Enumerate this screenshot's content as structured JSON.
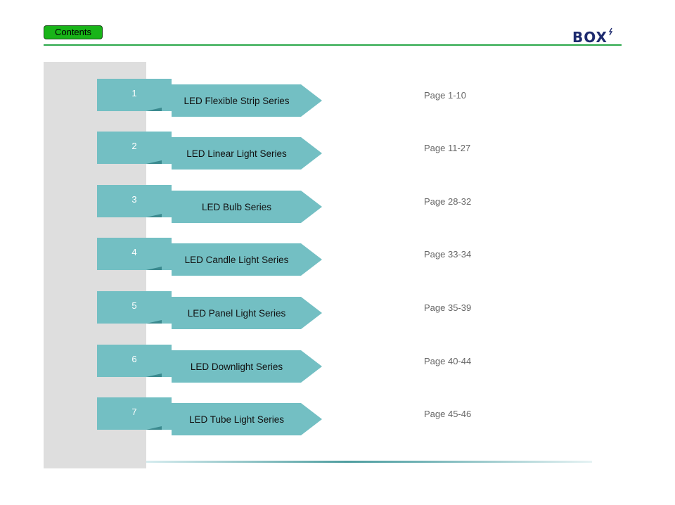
{
  "header": {
    "contents_label": "Contents",
    "logo_text": "BOX",
    "accent_color": "#2aa84a"
  },
  "colors": {
    "tab": "#73bfc3",
    "fold": "#3b8a8f",
    "sidebar": "#dedede"
  },
  "toc": {
    "items": [
      {
        "number": "1",
        "title": "LED Flexible Strip Series",
        "pages": "Page 1-10"
      },
      {
        "number": "2",
        "title": "LED Linear Light Series",
        "pages": "Page 11-27"
      },
      {
        "number": "3",
        "title": "LED Bulb Series",
        "pages": "Page 28-32"
      },
      {
        "number": "4",
        "title": "LED Candle Light Series",
        "pages": "Page 33-34"
      },
      {
        "number": "5",
        "title": "LED Panel Light Series",
        "pages": "Page 35-39"
      },
      {
        "number": "6",
        "title": "LED Downlight Series",
        "pages": "Page 40-44"
      },
      {
        "number": "7",
        "title": "LED Tube Light Series",
        "pages": "Page 45-46"
      }
    ]
  }
}
